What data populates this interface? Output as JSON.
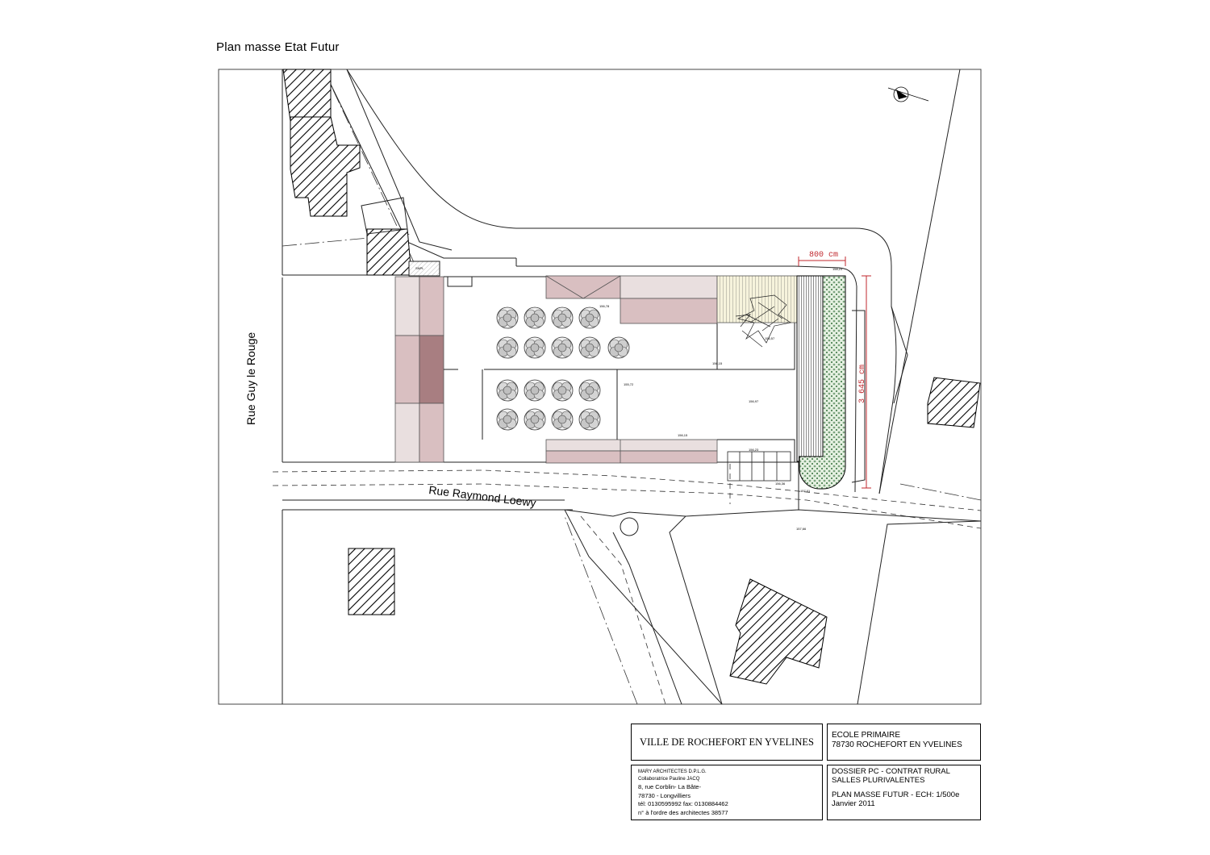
{
  "title": "Plan masse  Etat Futur",
  "streets": {
    "west": "Rue Guy le Rouge",
    "south": "Rue Raymond Loewy"
  },
  "dimensions": {
    "width": "800  cm",
    "height": "3 645  cm"
  },
  "spot_levels": [
    "158,23",
    "156,78",
    "156,57",
    "156,15",
    "155,72",
    "156,97",
    "156,15",
    "156,23",
    "156,36",
    "157,01",
    "157,66"
  ],
  "north_arrow_icon": "north-arrow-icon",
  "colors": {
    "building_light": "#e9dfdf",
    "building_mid": "#d9bfc1",
    "building_dark": "#a87e81",
    "deck": "#f6f3dc",
    "hedge": "#e6f1e2",
    "dimension": "#c0272d"
  },
  "cartouche": {
    "ville": "VILLE DE ROCHEFORT EN YVELINES",
    "ecole_line1": "ECOLE PRIMAIRE",
    "ecole_line2": "78730 ROCHEFORT EN YVELINES",
    "archi_name": "MARY ARCHITECTES D.P.L.G.",
    "archi_collab": "Collaboratrice Pauline JACQ",
    "archi_addr1": "8, rue Corblin- La Bâte-",
    "archi_addr2": "78730 - Longvilliers",
    "archi_tel": "tél: 0130595992 fax: 0130884462",
    "archi_order": "n° à l'ordre des architectes 38577",
    "dossier_line1": "DOSSIER PC - CONTRAT RURAL",
    "dossier_line2": "SALLES PLURIVALENTES",
    "plan_line": "PLAN MASSE FUTUR -  ECH: 1/500e",
    "date_line": "Janvier 2011"
  }
}
